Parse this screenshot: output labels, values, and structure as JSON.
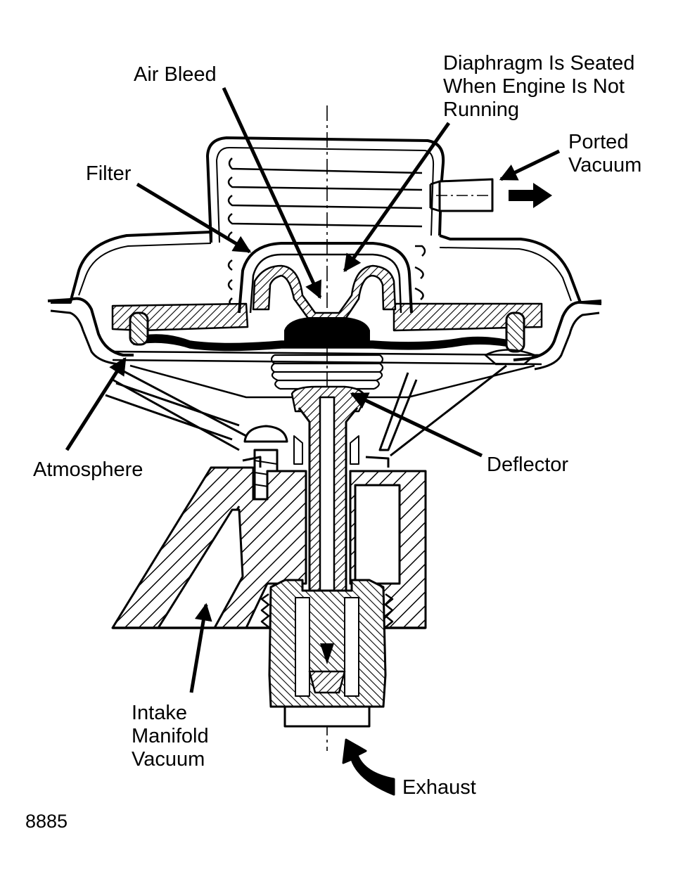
{
  "labels": {
    "air_bleed": "Air Bleed",
    "diaphragm": [
      "Diaphragm Is Seated",
      "When Engine Is Not",
      "Running"
    ],
    "ported_vacuum": [
      "Ported",
      "Vacuum"
    ],
    "filter": "Filter",
    "atmosphere": "Atmosphere",
    "deflector": "Deflector",
    "intake": [
      "Intake",
      "Manifold",
      "Vacuum"
    ],
    "exhaust": "Exhaust"
  },
  "figure_number": "8885",
  "colors": {
    "ink": "#000000",
    "paper": "#ffffff"
  }
}
